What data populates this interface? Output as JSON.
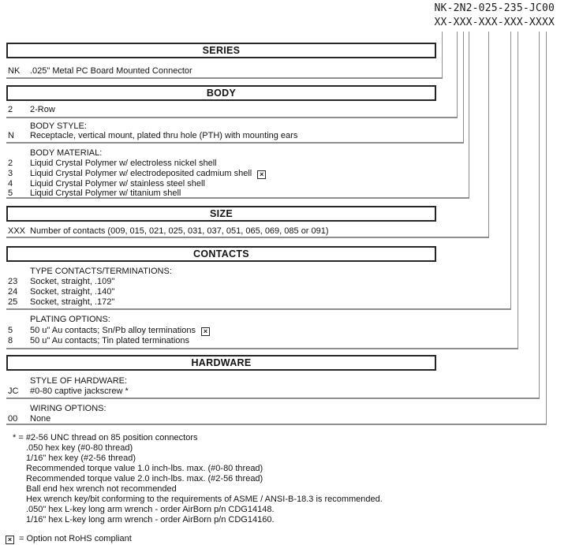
{
  "part_number": {
    "example": "NK-2N2-025-235-JC00",
    "pattern": "XX-XXX-XXX-XXX-XXXX"
  },
  "icons": {
    "not_rohs_flag": "×"
  },
  "series": {
    "title": "SERIES",
    "row": {
      "code": "NK",
      "desc": ".025\" Metal PC Board Mounted Connector"
    }
  },
  "body": {
    "title": "BODY",
    "row": {
      "code": "2",
      "desc": "2-Row"
    },
    "style": {
      "label": "BODY STYLE:",
      "row": {
        "code": "N",
        "desc": "Receptacle, vertical mount, plated thru hole (PTH) with mounting ears"
      }
    },
    "material": {
      "label": "BODY MATERIAL:",
      "rows": [
        {
          "code": "2",
          "desc": "Liquid Crystal Polymer w/ electroless nickel shell"
        },
        {
          "code": "3",
          "desc": "Liquid Crystal Polymer w/ electrodeposited cadmium shell"
        },
        {
          "code": "4",
          "desc": "Liquid Crystal Polymer w/ stainless steel shell"
        },
        {
          "code": "5",
          "desc": "Liquid Crystal Polymer w/ titanium shell"
        }
      ]
    }
  },
  "size": {
    "title": "SIZE",
    "row": {
      "code": "XXX",
      "desc": "Number of contacts (009, 015, 021, 025, 031, 037, 051, 065, 069, 085 or 091)"
    }
  },
  "contacts": {
    "title": "CONTACTS",
    "type": {
      "label": "TYPE CONTACTS/TERMINATIONS:",
      "rows": [
        {
          "code": "23",
          "desc": "Socket, straight, .109\""
        },
        {
          "code": "24",
          "desc": "Socket, straight, .140\""
        },
        {
          "code": "25",
          "desc": "Socket, straight, .172\""
        }
      ]
    },
    "plating": {
      "label": "PLATING OPTIONS:",
      "rows": [
        {
          "code": "5",
          "desc": "50 u\" Au contacts; Sn/Pb alloy terminations"
        },
        {
          "code": "8",
          "desc": "50 u\" Au contacts; Tin plated terminations"
        }
      ]
    }
  },
  "hardware": {
    "title": "HARDWARE",
    "style": {
      "label": "STYLE OF HARDWARE:",
      "row": {
        "code": "JC",
        "desc": "#0-80 captive jackscrew *"
      }
    },
    "wiring": {
      "label": "WIRING OPTIONS:",
      "row": {
        "code": "00",
        "desc": "None"
      }
    }
  },
  "footnotes": [
    "* = #2-56 UNC thread on 85 position connectors",
    ".050 hex key (#0-80 thread)",
    "1/16\" hex key (#2-56 thread)",
    "Recommended torque value 1.0 inch-lbs. max. (#0-80 thread)",
    "Recommended torque value 2.0 inch-lbs. max. (#2-56 thread)",
    "Ball end hex wrench not recommended",
    "Hex wrench key/bit conforming to the requirements of ASME / ANSI-B-18.3 is recommended.",
    ".050\" hex L-key long arm wrench - order AirBorn p/n CDG14148.",
    "1/16\" hex L-key long arm wrench - order AirBorn p/n CDG14160."
  ],
  "legend": {
    "text": "= Option not RoHS compliant"
  }
}
